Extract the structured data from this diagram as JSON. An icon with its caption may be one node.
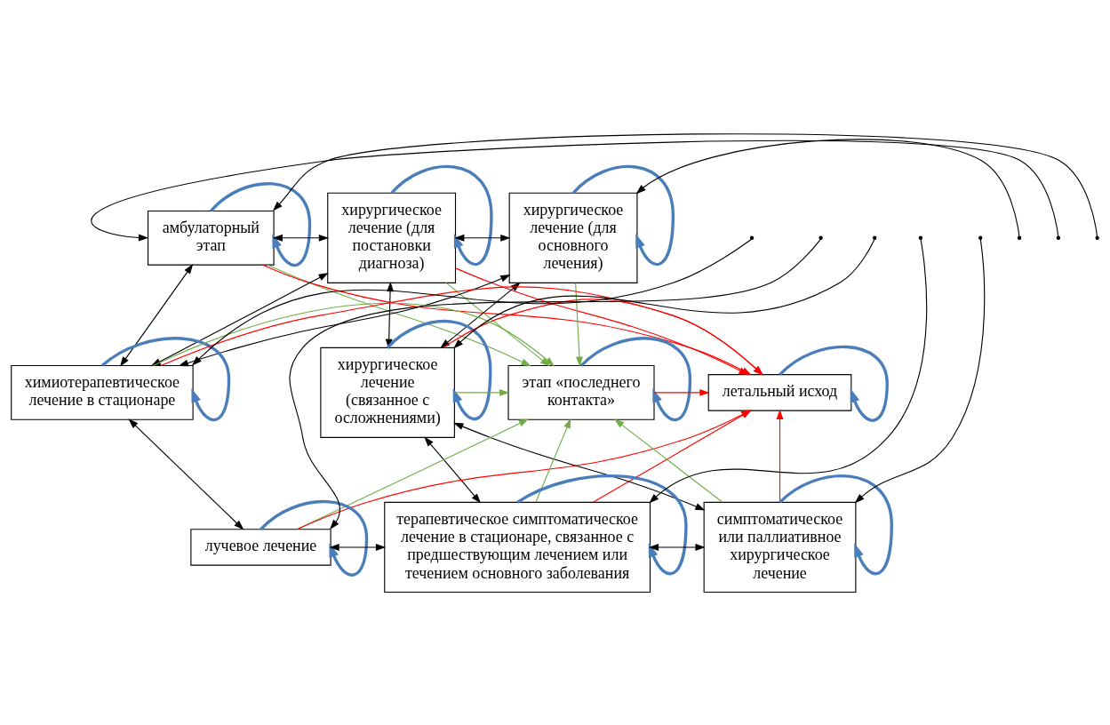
{
  "diagram": {
    "nodes": [
      {
        "text": [
          "амбулаторный этап"
        ]
      },
      {
        "text": [
          "хирургическое лечение (для постановки диагноза)"
        ]
      },
      {
        "text": [
          "хирургическое лечение (для основного лечения)"
        ]
      },
      {
        "text": [
          "хирургическое лечение (связанное с осложнениями)"
        ]
      },
      {
        "text": [
          "химиотерапевтическое лечение в стационаре"
        ]
      },
      {
        "text": [
          "этап «последнего контакта»"
        ]
      },
      {
        "text": [
          "летальный исход"
        ]
      },
      {
        "text": [
          "лучевое лечение"
        ]
      },
      {
        "text": [
          "терапевтическое симптоматическое лечение в стационаре, связанное с предшествующим лечением или течением основного заболевания"
        ]
      },
      {
        "text": [
          "симптоматическое или паллиативное хирургическое лечение"
        ]
      }
    ],
    "edges": [
      {
        "from": 0,
        "to": 1,
        "arrow": "both"
      },
      {
        "from": 1,
        "to": 2,
        "arrow": "both"
      },
      {
        "from": 2,
        "to": 3,
        "arrow": "both"
      },
      {
        "from": 1,
        "to": 3,
        "arrow": "both"
      },
      {
        "from": 0,
        "to": 4,
        "arrow": "both"
      },
      {
        "from": 4,
        "to": 1,
        "arrow": "both"
      },
      {
        "from": 4,
        "to": 2,
        "arrow": "both"
      },
      {
        "from": 4,
        "to": 7,
        "arrow": "both"
      },
      {
        "from": 7,
        "to": 8,
        "arrow": "both"
      },
      {
        "from": 8,
        "to": 9,
        "arrow": "both"
      },
      {
        "from": 3,
        "to": 9,
        "arrow": "both"
      },
      {
        "from": 3,
        "to": 8,
        "arrow": "both"
      },
      {
        "from": null,
        "to": 0,
        "arrow": "to"
      },
      {
        "from": null,
        "to": 2,
        "arrow": "to"
      },
      {
        "from": null,
        "to": 3,
        "arrow": "to"
      },
      {
        "from": null,
        "to": 0,
        "arrow": "to"
      },
      {
        "from": null,
        "to": 4,
        "arrow": "to"
      },
      {
        "from": null,
        "to": 7,
        "arrow": "to"
      },
      {
        "from": null,
        "to": 8,
        "arrow": "to"
      },
      {
        "from": null,
        "to": 9,
        "arrow": "to"
      },
      {
        "from": 0,
        "to": 5,
        "arrow": "to",
        "color": "#70ad47"
      },
      {
        "from": 1,
        "to": 5,
        "arrow": "to",
        "color": "#70ad47"
      },
      {
        "from": 2,
        "to": 5,
        "arrow": "to",
        "color": "#70ad47"
      },
      {
        "from": 3,
        "to": 5,
        "arrow": "to",
        "color": "#70ad47"
      },
      {
        "from": 4,
        "to": 5,
        "arrow": "to",
        "color": "#70ad47"
      },
      {
        "from": 7,
        "to": 5,
        "arrow": "to",
        "color": "#70ad47"
      },
      {
        "from": 8,
        "to": 5,
        "arrow": "to",
        "color": "#70ad47"
      },
      {
        "from": 9,
        "to": 5,
        "arrow": "to",
        "color": "#70ad47"
      },
      {
        "from": 0,
        "to": 6,
        "arrow": "to",
        "color": "#ff0000"
      },
      {
        "from": 1,
        "to": 6,
        "arrow": "to",
        "color": "#ff0000"
      },
      {
        "from": 3,
        "to": 6,
        "arrow": "to",
        "color": "#ff0000"
      },
      {
        "from": 5,
        "to": 6,
        "arrow": "to",
        "color": "#ff0000"
      },
      {
        "from": 4,
        "to": 6,
        "arrow": "to",
        "color": "#ff0000"
      },
      {
        "from": 7,
        "to": 6,
        "arrow": "to",
        "color": "#ff0000"
      },
      {
        "from": 8,
        "to": 6,
        "arrow": "to",
        "color": "#ff0000"
      },
      {
        "from": 9,
        "to": 6,
        "arrow": "to",
        "color": "#ff0000"
      },
      {
        "from": 0,
        "to": 0,
        "arrow": "to",
        "style": "thick",
        "color": "#4a7ebb"
      },
      {
        "from": 1,
        "to": 1,
        "arrow": "to",
        "style": "thick",
        "color": "#4a7ebb"
      },
      {
        "from": 2,
        "to": 2,
        "arrow": "to",
        "style": "thick",
        "color": "#4a7ebb"
      },
      {
        "from": 3,
        "to": 3,
        "arrow": "to",
        "style": "thick",
        "color": "#4a7ebb"
      },
      {
        "from": 4,
        "to": 4,
        "arrow": "to",
        "style": "thick",
        "color": "#4a7ebb"
      },
      {
        "from": 5,
        "to": 5,
        "arrow": "to",
        "style": "thick",
        "color": "#4a7ebb"
      },
      {
        "from": 6,
        "to": 6,
        "arrow": "to",
        "style": "thick",
        "color": "#4a7ebb"
      },
      {
        "from": 7,
        "to": 7,
        "arrow": "to",
        "style": "thick",
        "color": "#4a7ebb"
      },
      {
        "from": 8,
        "to": 8,
        "arrow": "to",
        "style": "thick",
        "color": "#4a7ebb"
      },
      {
        "from": 9,
        "to": 9,
        "arrow": "to",
        "style": "thick",
        "color": "#4a7ebb"
      }
    ]
  }
}
